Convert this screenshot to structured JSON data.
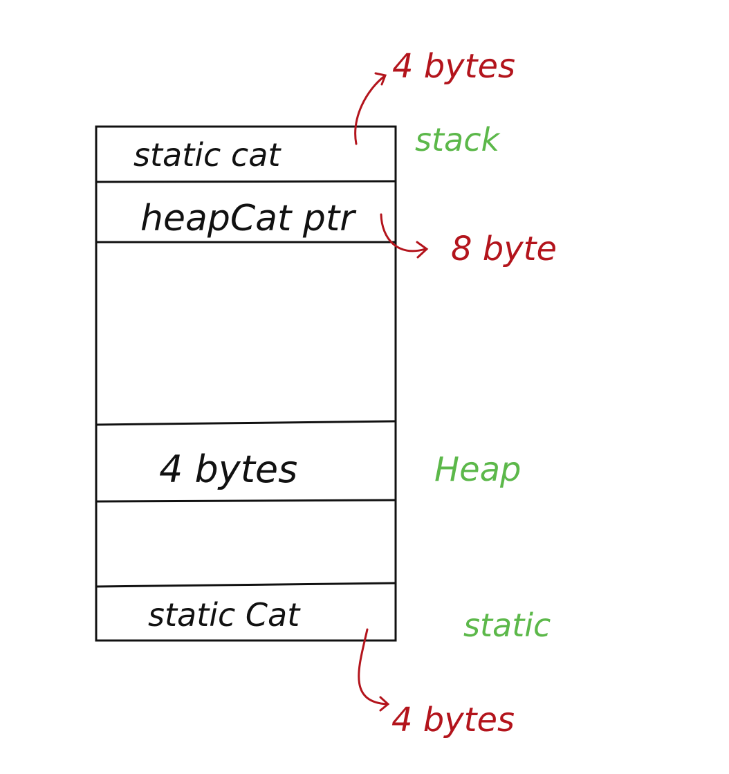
{
  "memory_blocks": [
    {
      "label": "static cat"
    },
    {
      "label": "heapCat ptr"
    },
    {
      "label": ""
    },
    {
      "label": "4 bytes"
    },
    {
      "label": ""
    },
    {
      "label": "static Cat"
    }
  ],
  "annotations": {
    "top_size": "4 bytes",
    "ptr_size": "8 byte",
    "bottom_size": "4 bytes"
  },
  "regions": {
    "stack": "stack",
    "heap": "Heap",
    "static": "static"
  },
  "colors": {
    "ink": "#111111",
    "size_annotation": "#b3141c",
    "region_label": "#5cb84a",
    "background": "#ffffff"
  }
}
